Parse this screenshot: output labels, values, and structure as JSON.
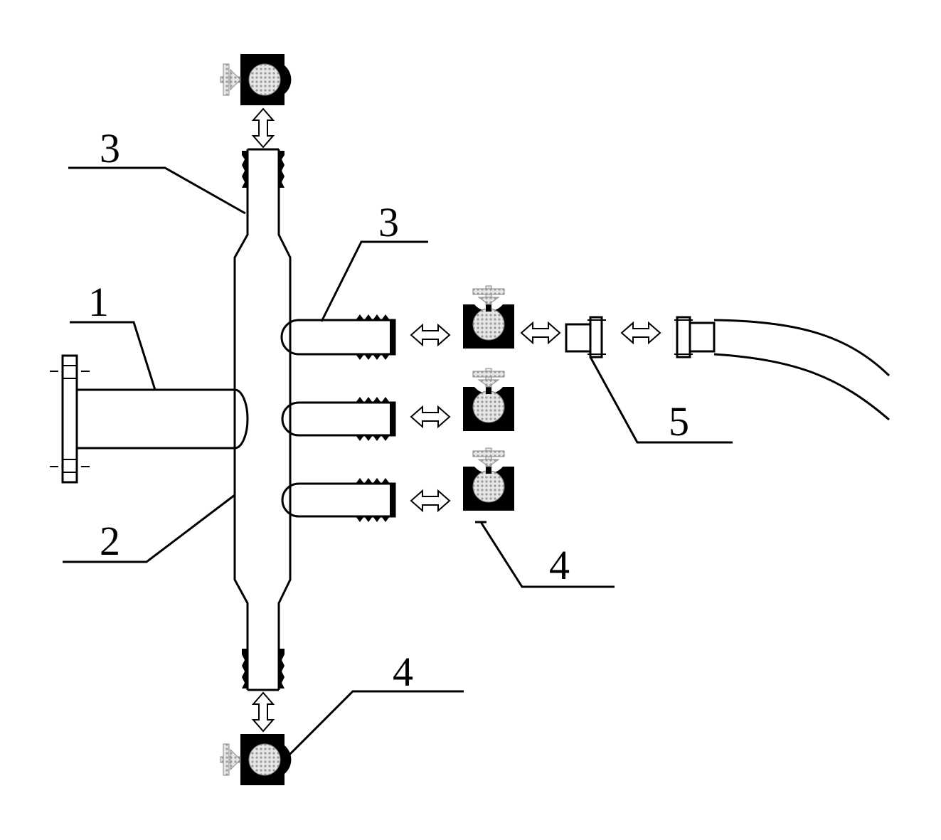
{
  "diagram": {
    "labels": {
      "part1": "1",
      "part2": "2",
      "part3_top": "3",
      "part3_right": "3",
      "part4_mid": "4",
      "part4_bottom": "4",
      "part5": "5"
    },
    "colors": {
      "line": "#000000",
      "valve_body": "#000000",
      "valve_ball": "#d9d9d9",
      "handle": "#cfcfcf",
      "background": "#ffffff"
    },
    "icons": [
      "ball-valve-icon",
      "double-arrow-icon",
      "threaded-end",
      "quick-coupling-icon",
      "hose-icon",
      "flange-icon"
    ]
  }
}
